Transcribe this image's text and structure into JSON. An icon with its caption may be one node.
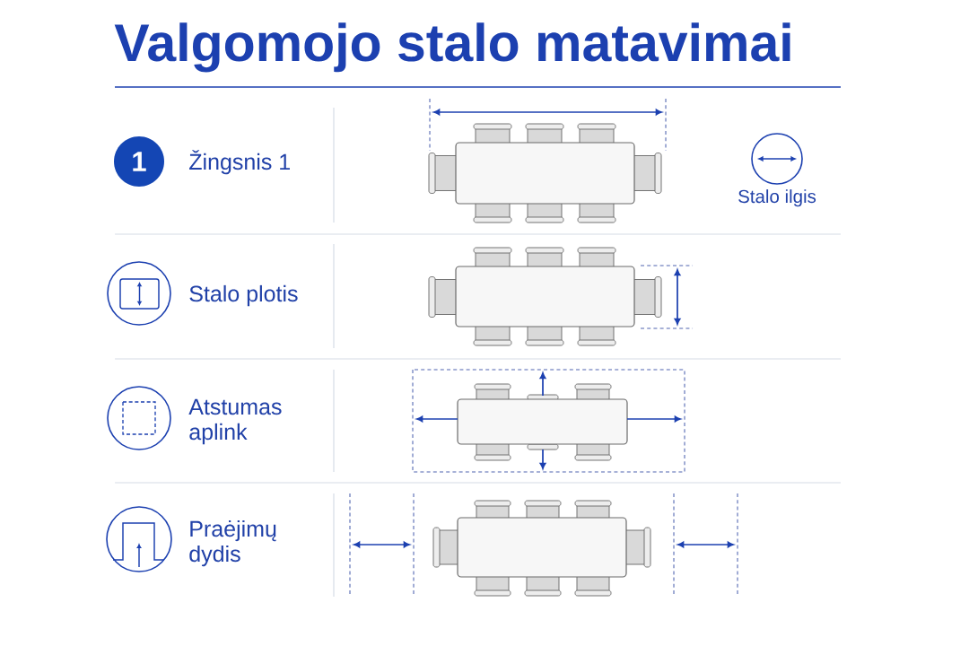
{
  "diagram": {
    "title": "Valgomojo stalo matavimai",
    "nodes": [
      {
        "text": [
          "1"
        ],
        "beside": [
          "Žingsnis 1"
        ]
      },
      {
        "text": [],
        "shape": "circle",
        "beside": [
          "Stalo ilgis"
        ]
      },
      {
        "text": [],
        "shape": "circle",
        "beside": [
          "Stalo plotis"
        ]
      },
      {
        "text": [],
        "shape": "circle",
        "beside": [
          "Atstumas aplink"
        ]
      },
      {
        "text": [],
        "shape": "circle",
        "beside": [
          "Praėjimų dydis"
        ]
      }
    ]
  }
}
